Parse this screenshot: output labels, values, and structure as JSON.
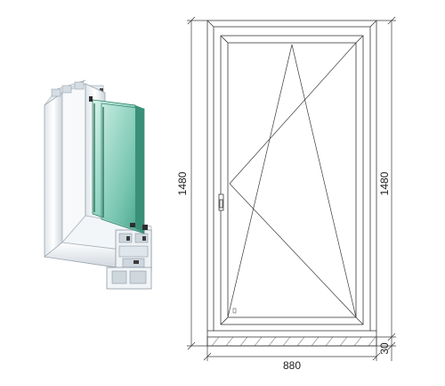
{
  "dimensions": {
    "width_label": "880",
    "height_left_label": "1480",
    "height_right_label": "1480",
    "sill_label": "30"
  },
  "colors": {
    "line": "#3a3a3a",
    "glass_light": "#c9ece2",
    "glass_mid": "#7fcbb6",
    "glass_dark": "#3f9e84",
    "profile_white": "#f4f6f8",
    "profile_shadow": "#b9c2cc",
    "gasket": "#3a3a3a"
  },
  "window": {
    "type": "tilt-and-turn casement",
    "opening_hinge": "right",
    "handle_side": "left"
  },
  "icons": {
    "profile_illustration": "window-profile-cross-section-icon",
    "handle": "window-handle-icon"
  }
}
